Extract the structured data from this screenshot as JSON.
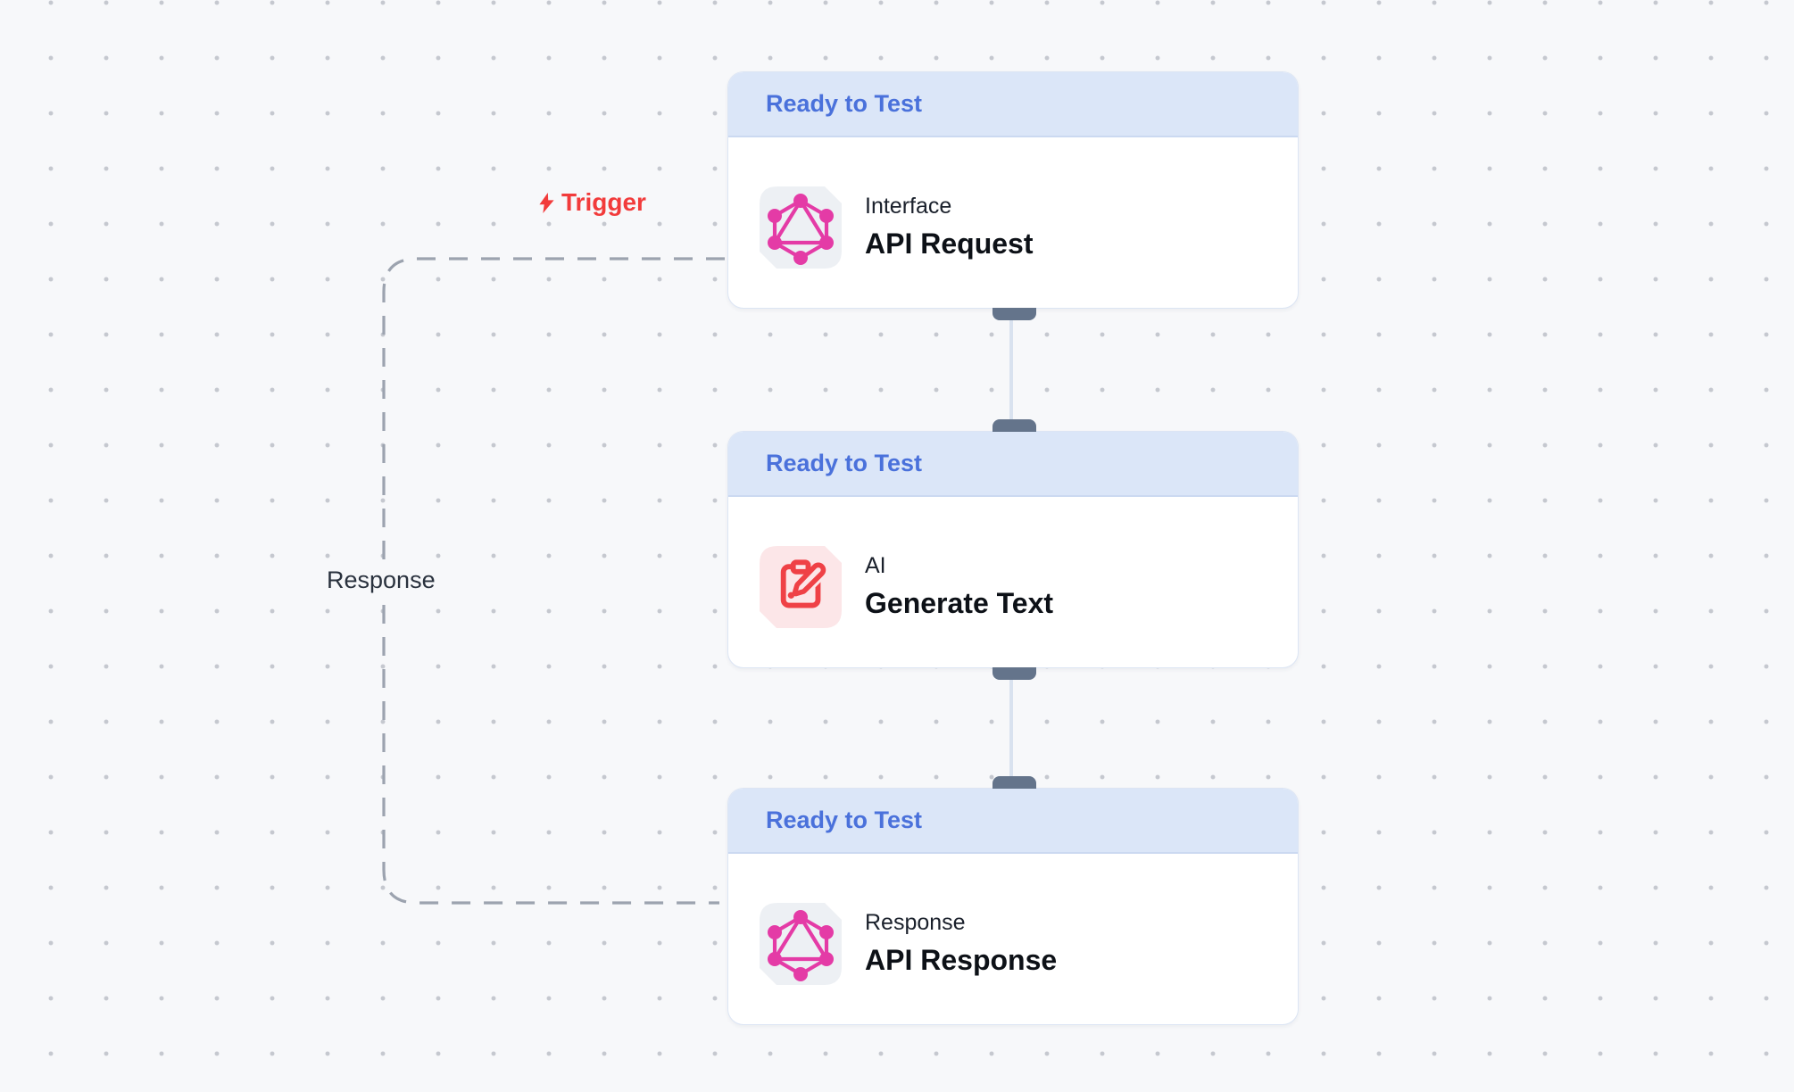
{
  "app": {
    "view": "workflow-canvas"
  },
  "edges": {
    "trigger_label": "Trigger",
    "response_label": "Response"
  },
  "nodes": [
    {
      "status": "Ready to Test",
      "category": "Interface",
      "title": "API Request",
      "icon": "graphql-icon"
    },
    {
      "status": "Ready to Test",
      "category": "AI",
      "title": "Generate Text",
      "icon": "clipboard-pen-icon"
    },
    {
      "status": "Ready to Test",
      "category": "Response",
      "title": "API Response",
      "icon": "graphql-icon"
    }
  ],
  "colors": {
    "canvas_bg": "#F7F8FA",
    "grid_dot": "#C5C8CF",
    "header_bg": "#DBE6F8",
    "header_text": "#4A71DB",
    "card_border": "#DCE5F4",
    "handle": "#64748B",
    "connector_line": "#D9E2EF",
    "dashed_edge": "#9CA3AF",
    "trigger_red": "#F23B3B",
    "graphql_pink": "#E43BA6",
    "graphql_tile_bg": "#EDF0F4",
    "ai_icon_red": "#EF4146",
    "ai_tile_bg": "#FCE6E8"
  }
}
